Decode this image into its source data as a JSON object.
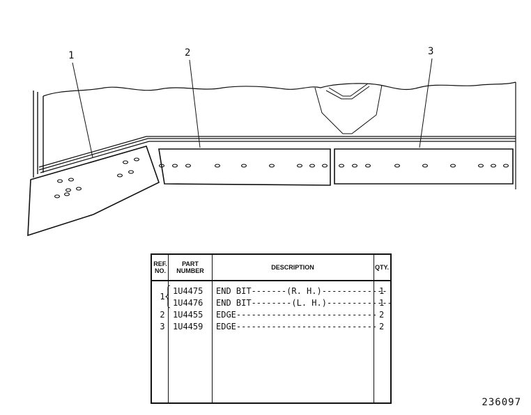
{
  "callouts": [
    "1",
    "2",
    "3"
  ],
  "table": {
    "headers": {
      "ref_no_line1": "REF.",
      "ref_no_line2": "NO.",
      "part_number_line1": "PART",
      "part_number_line2": "NUMBER",
      "description": "DESCRIPTION",
      "qty": "QTY."
    },
    "rows": [
      {
        "ref": "1",
        "part_number": "1U4475",
        "description": "END BIT-------(R. H.)-------------",
        "qty": "1"
      },
      {
        "ref": "",
        "part_number": "1U4476",
        "description": "END BIT--------(L. H.)-------------",
        "qty": "1"
      },
      {
        "ref": "2",
        "part_number": "1U4455",
        "description": "EDGE----------------------------",
        "qty": "2"
      },
      {
        "ref": "3",
        "part_number": "1U4459",
        "description": "EDGE----------------------------",
        "qty": "2"
      }
    ]
  },
  "drawing_number": "236097"
}
